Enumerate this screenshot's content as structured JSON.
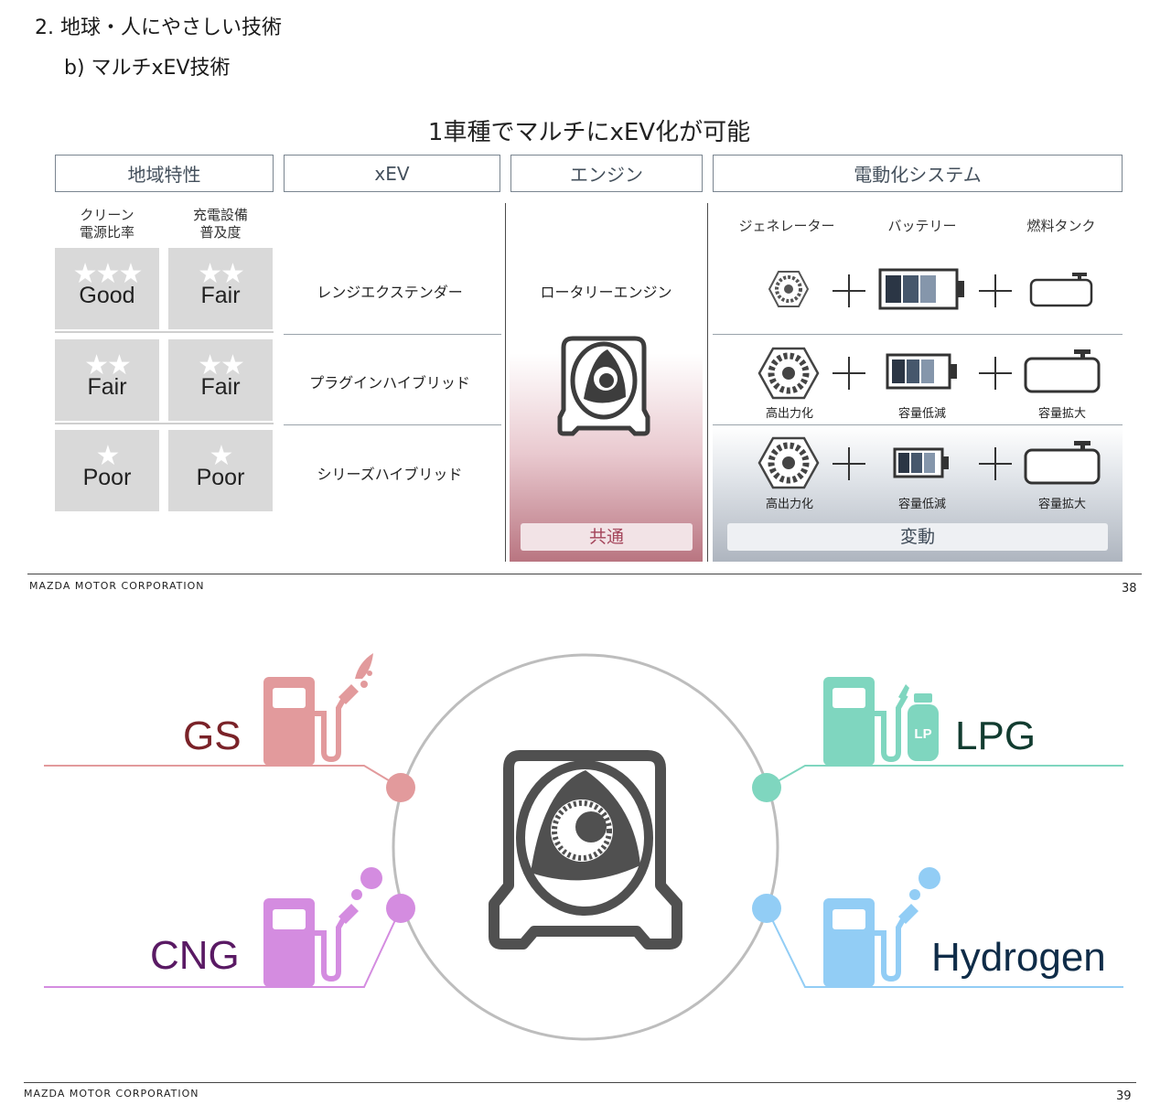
{
  "slide1": {
    "section": "2. 地球・人にやさしい技術",
    "subsection": "b) マルチxEV技術",
    "title": "1車種でマルチにxEV化が可能",
    "column_headers": {
      "region": "地域特性",
      "xev": "xEV",
      "engine": "エンジン",
      "electrification": "電動化システム"
    },
    "region_subheaders": {
      "clean": "クリーン\n電源比率",
      "charging": "充電設備\n普及度"
    },
    "system_subheaders": {
      "generator": "ジェネレーター",
      "battery": "バッテリー",
      "tank": "燃料タンク"
    },
    "rows": [
      {
        "clean": {
          "stars": "★★★",
          "rating": "Good"
        },
        "charging": {
          "stars": "★★",
          "rating": "Fair"
        },
        "xev": "レンジエクステンダー",
        "generator_caption": "",
        "battery_caption": "",
        "tank_caption": ""
      },
      {
        "clean": {
          "stars": "★★",
          "rating": "Fair"
        },
        "charging": {
          "stars": "★★",
          "rating": "Fair"
        },
        "xev": "プラグインハイブリッド",
        "generator_caption": "高出力化",
        "battery_caption": "容量低減",
        "tank_caption": "容量拡大"
      },
      {
        "clean": {
          "stars": "★",
          "rating": "Poor"
        },
        "charging": {
          "stars": "★",
          "rating": "Poor"
        },
        "xev": "シリーズハイブリッド",
        "generator_caption": "高出力化",
        "battery_caption": "容量低減",
        "tank_caption": "容量拡大"
      }
    ],
    "engine_name": "ロータリーエンジン",
    "engine_footer": "共通",
    "system_footer": "変動",
    "plus": "+",
    "company": "MAZDA MOTOR CORPORATION",
    "page": "38"
  },
  "slide2": {
    "fuels": {
      "gs": {
        "label": "GS",
        "color": "#e29a9c",
        "text_color": "#7a2228"
      },
      "cng": {
        "label": "CNG",
        "color": "#d48ce0",
        "text_color": "#5a1a64"
      },
      "lpg": {
        "label": "LPG",
        "color": "#7fd6bf",
        "text_color": "#123c30",
        "tank_text": "LP"
      },
      "hydrogen": {
        "label": "Hydrogen",
        "color": "#92cdf5",
        "text_color": "#0f2c48"
      }
    },
    "company": "MAZDA MOTOR CORPORATION",
    "page": "39"
  }
}
